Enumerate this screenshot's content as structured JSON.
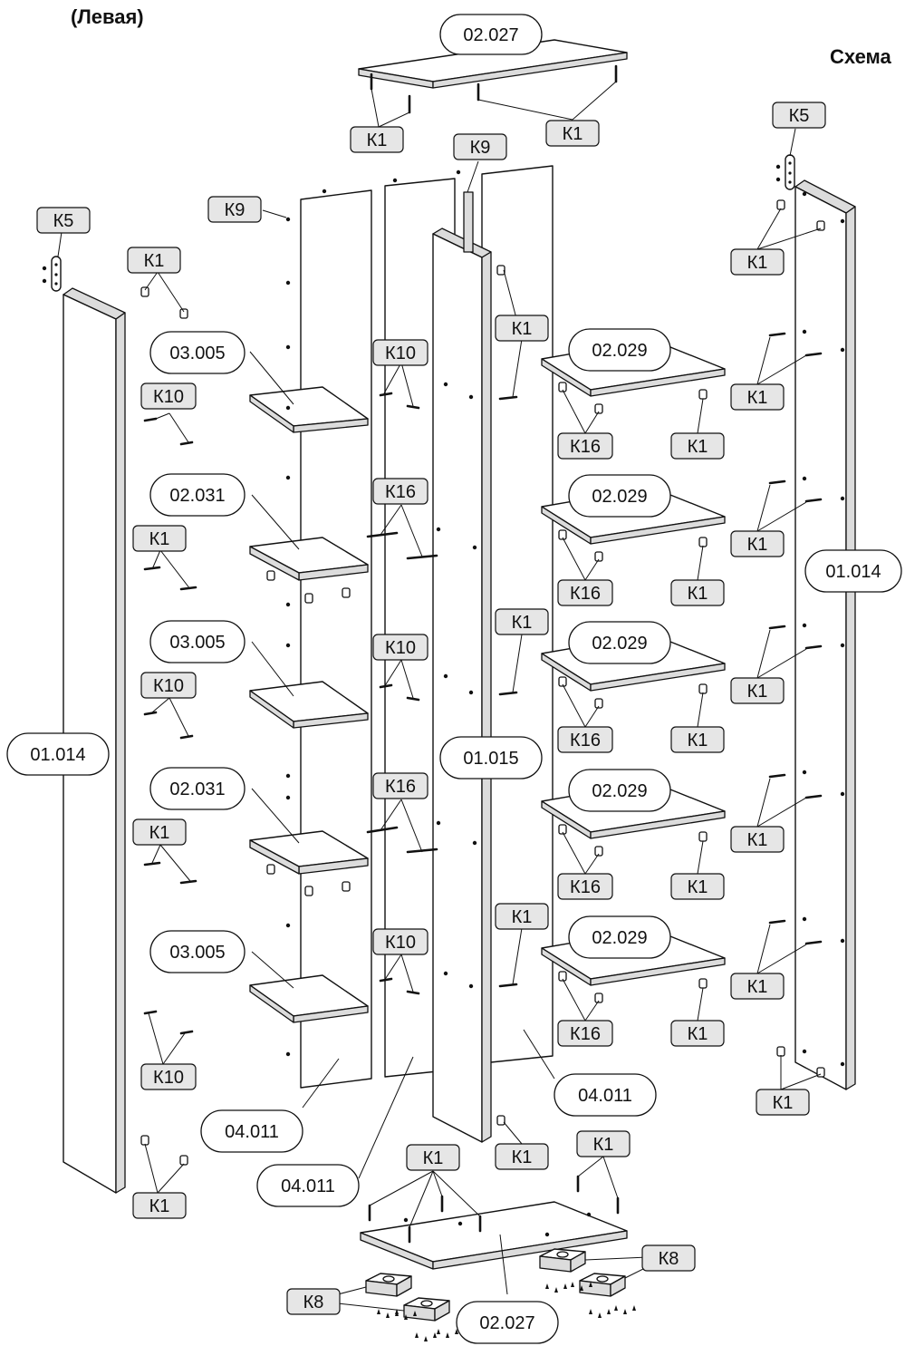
{
  "title_left": "(Левая)",
  "title_right": "Схема",
  "part_codes": {
    "top_panel": "02.027",
    "bottom_panel": "02.027",
    "left_side": "01.014",
    "right_side": "01.014",
    "middle_post": "01.015",
    "back_a": "04.011",
    "back_b": "04.011",
    "back_c": "04.011",
    "shelf_left_1": "03.005",
    "shelf_left_2": "02.031",
    "shelf_left_3": "03.005",
    "shelf_left_4": "02.031",
    "shelf_left_5": "03.005",
    "shelf_right_1": "02.029",
    "shelf_right_2": "02.029",
    "shelf_right_3": "02.029",
    "shelf_right_4": "02.029",
    "shelf_right_5": "02.029"
  },
  "fastener_codes": {
    "k1": "К1",
    "k5": "К5",
    "k8": "К8",
    "k9": "К9",
    "k10": "К10",
    "k16": "К16"
  },
  "colors": {
    "ink": "#111111",
    "tag_fill": "#e6e6e6",
    "edge_fill": "#dcdcdc",
    "paper": "#ffffff"
  }
}
